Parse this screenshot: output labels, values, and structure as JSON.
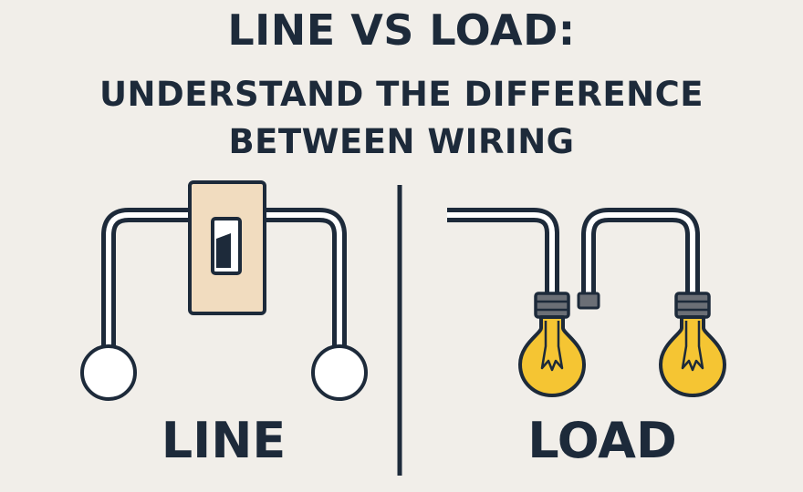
{
  "title": {
    "line1": "LINE VS LOAD:",
    "line2": "UNDERSTAND THE DIFFERENCE",
    "line3": "BETWEEN WIRING"
  },
  "left_panel": {
    "label": "LINE",
    "icons": [
      "wire-icon",
      "switch-icon",
      "terminal-icon"
    ]
  },
  "right_panel": {
    "label": "LOAD",
    "icons": [
      "wire-icon",
      "light-bulb-icon"
    ]
  },
  "colors": {
    "background": "#f1eee9",
    "ink": "#1d2a3a",
    "switch_plate": "#f1dcbf",
    "bulb": "#f5c533",
    "socket": "#6b6f76"
  }
}
